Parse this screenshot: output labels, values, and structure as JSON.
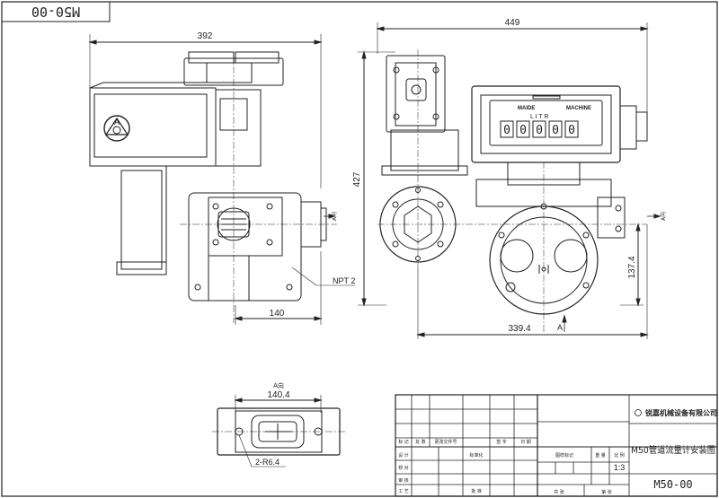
{
  "drawing": {
    "corner_code": "M50-00",
    "dims": {
      "width_side": "392",
      "width_front": "449",
      "height": "427",
      "outlet_depth": "140",
      "right_height": "137.4",
      "bottom_width": "339.4",
      "flange_width": "140.4",
      "hole_callout": "2-R6.4",
      "thread": "NPT 2"
    },
    "labels": {
      "flow_left": "A向",
      "flow_right": "A向",
      "view_a_arrow": "A",
      "view_a_title": "A向",
      "counter_brand_left": "MAIDE",
      "counter_brand_right": "MACHINE",
      "counter_unit": "L I T R",
      "counter_digits": [
        "0",
        "0",
        "0",
        "0",
        "0"
      ]
    },
    "title_block": {
      "company": "锐嘉机械设备有限公司",
      "title": "M50管道流量计安装图",
      "scale": "1:3",
      "drawing_no": "M50-00",
      "rows": {
        "r1": [
          "标 记",
          "处 数",
          "更改文件号",
          "签 字",
          "日 期"
        ],
        "r_design": "设 计",
        "r_std": "标准化",
        "r_check": "校 对",
        "r_review": "审 核",
        "r_process": "工 艺",
        "r_approve": "批 准",
        "stage": "图样标记",
        "weight": "重 量",
        "ratio": "比 例",
        "sheets": "共  张",
        "sheet": "第  张"
      }
    }
  }
}
